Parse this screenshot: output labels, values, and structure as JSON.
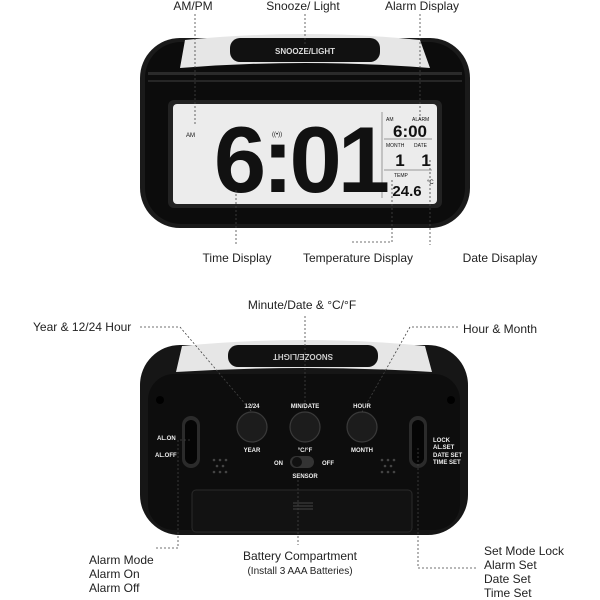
{
  "top_labels": {
    "am_pm": "AM/PM",
    "snooze_light": "Snooze/ Light",
    "alarm_display": "Alarm Display",
    "time_display": "Time Display",
    "temperature_display": "Temperature Display",
    "date_display": "Date Disaplay"
  },
  "front_clock": {
    "snooze_button_text": "SNOOZE/LIGHT",
    "am_indicator": "AM",
    "time_digits": "6:01",
    "alarm_label_am": "AM",
    "alarm_label": "ALARM",
    "alarm_time": "6:00",
    "month_label": "MONTH",
    "date_label": "DATE",
    "month_value": "1",
    "date_value": "1",
    "temp_label": "TEMP",
    "temp_value": "24.6",
    "temp_unit": "°C",
    "zz_symbol": "zᶻ",
    "alarm_symbol": "((•))"
  },
  "bottom_labels": {
    "minute_date": "Minute/Date & °C/°F",
    "year_1224": "Year & 12/24 Hour",
    "hour_month": "Hour & Month",
    "alarm_mode": [
      "Alarm Mode",
      "Alarm On",
      "Alarm Off"
    ],
    "battery_title": "Battery Compartment",
    "battery_sub": "(Install 3 AAA Batteries)",
    "set_mode": [
      "Set Mode Lock",
      "Alarm Set",
      "Date Set",
      "Time Set"
    ]
  },
  "back_clock": {
    "snooze_text": "SNOOZE/LIGHT",
    "btn_1224": "12/24",
    "btn_year": "YEAR",
    "btn_mindate": "MIN/DATE",
    "btn_cf": "°C/°F",
    "btn_hour": "HOUR",
    "btn_month": "MONTH",
    "al_on": "AL.ON",
    "al_off": "AL.OFF",
    "on": "ON",
    "off": "OFF",
    "sensor": "SENSOR",
    "lock": "LOCK",
    "al_set": "AL.SET",
    "date_set": "DATE SET",
    "time_set": "TIME SET"
  }
}
